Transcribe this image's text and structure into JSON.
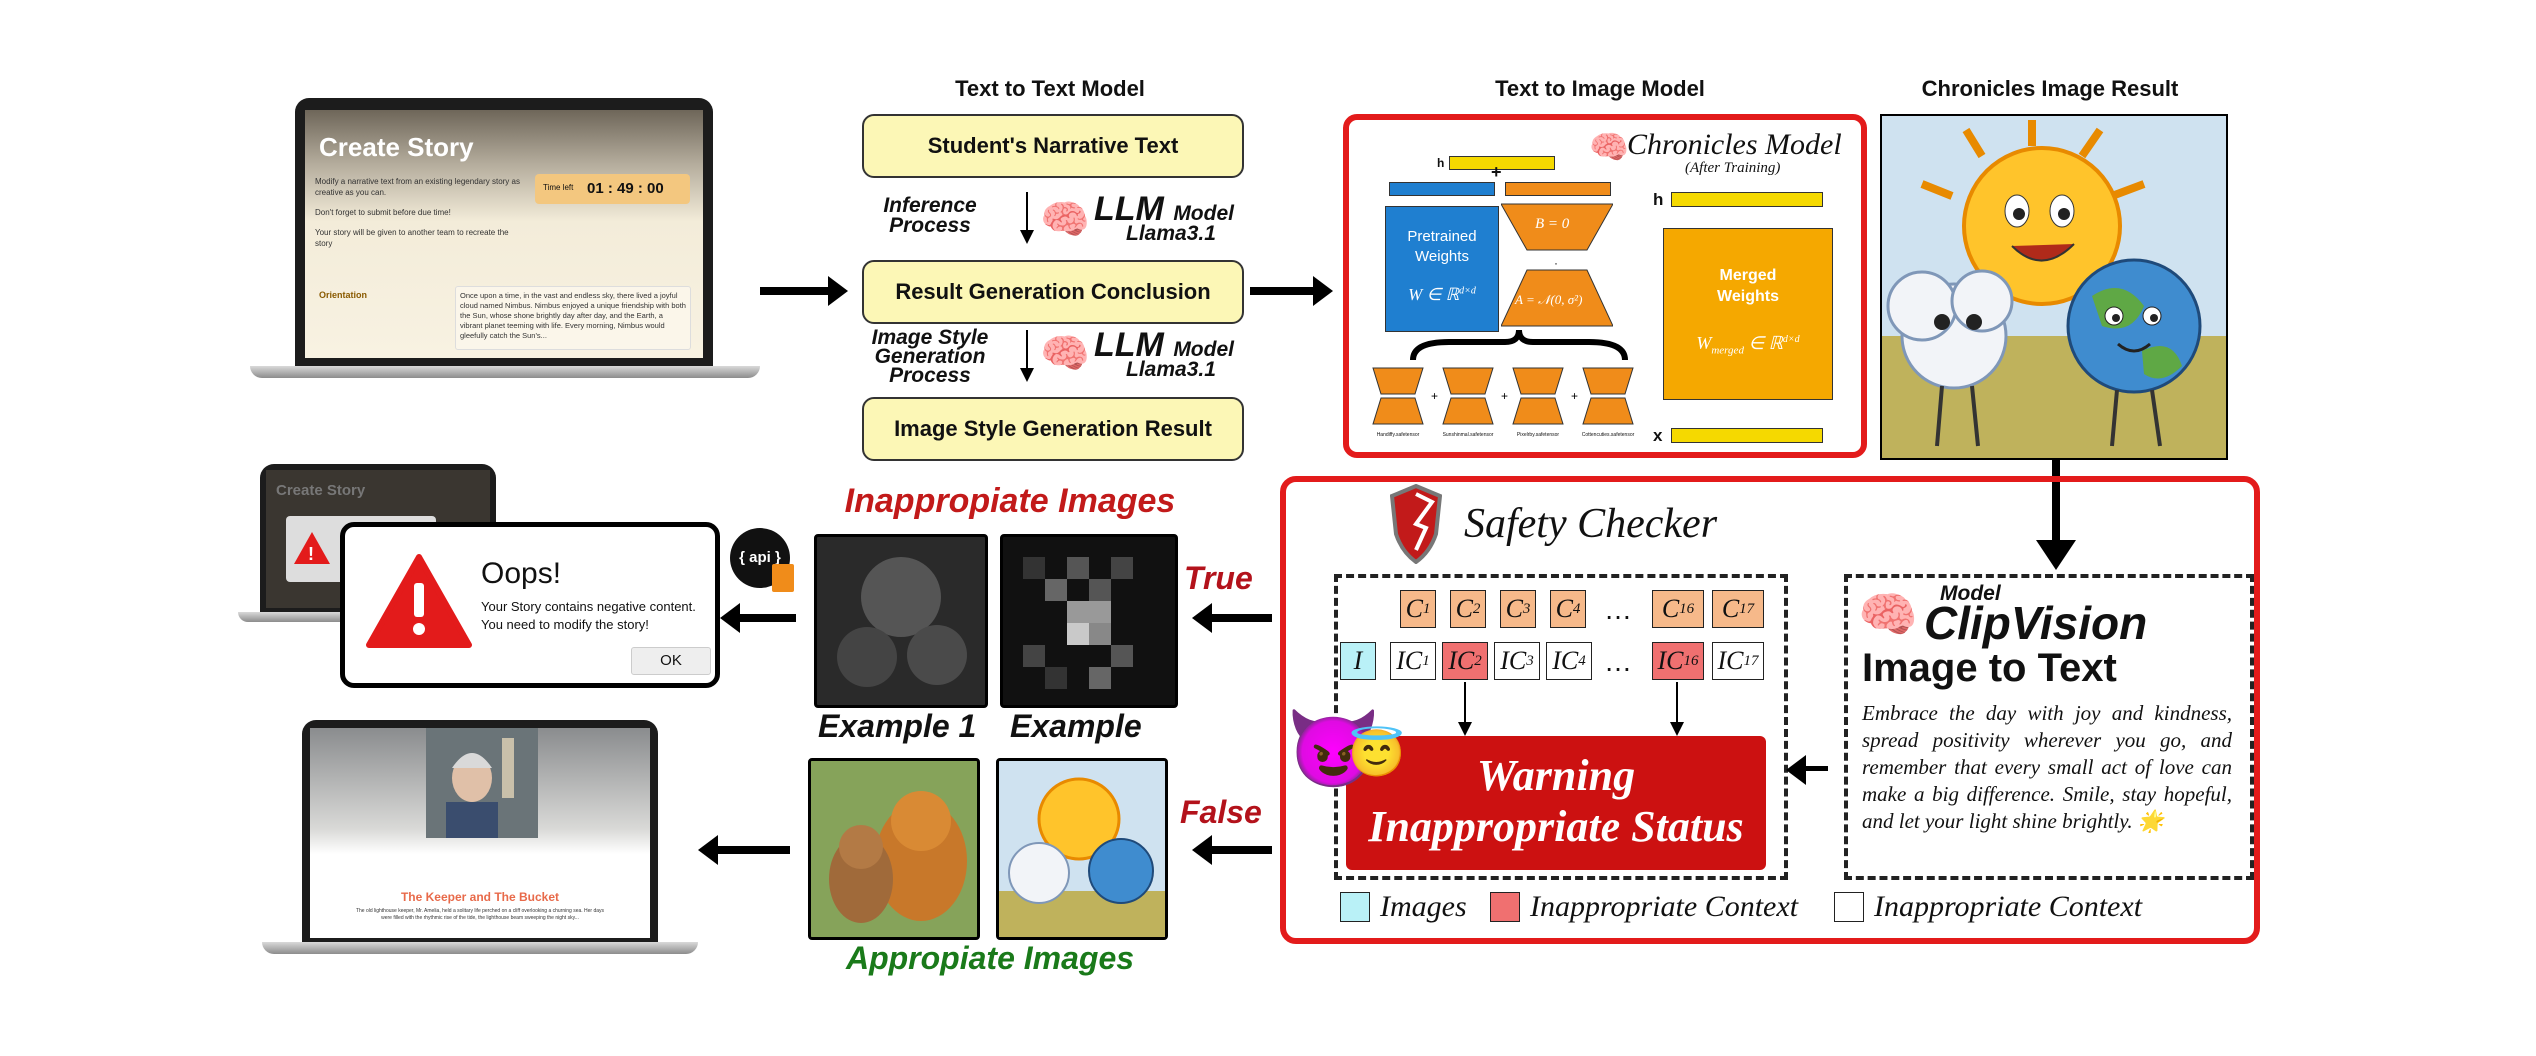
{
  "headers": {
    "t2t": "Text to Text Model",
    "t2i": "Text to Image Model",
    "chron": "Chronicles Image Result"
  },
  "create_story": {
    "title": "Create Story",
    "timer_label": "Time left",
    "timer": "01 : 49 : 00",
    "instr1": "Modify a narrative text from an existing legendary story as creative as you can.",
    "instr2": "Don't forget to submit before due time!",
    "instr3": "Your story will be given to another team to recreate the story",
    "orientation": "Orientation",
    "story": "Once upon a time, in the vast and endless sky, there lived a joyful cloud named Nimbus. Nimbus enjoyed a unique friendship with both the Sun, whose shone brightly day after day, and the Earth, a vibrant planet teeming with life. Every morning, Nimbus would gleefully catch the Sun's..."
  },
  "t2t": {
    "box1": "Student's Narrative Text",
    "box2": "Result Generation Conclusion",
    "box3": "Image Style Generation Result",
    "inference": "Inference Process",
    "image_style": "Image Style Generation Process",
    "llm": "LLM",
    "model": "Model",
    "llama": "Llama3.1"
  },
  "chronicles": {
    "title": "Chronicles Model",
    "subtitle": "(After Training)",
    "h": "h",
    "x": "x",
    "pretrained": "Pretrained Weights",
    "w_formula": "W ∈ ℝ",
    "w_sup": "d×d",
    "b0": "B = 0",
    "a_formula": "A = 𝒩(0, σ²)",
    "merged": "Merged Weights",
    "w_merged": "W",
    "w_merged_sub": "merged",
    "w_merged_rest": " ∈ ℝ",
    "w_merged_sup": "d×d",
    "adapters": [
      "Handiffy.safetensor",
      "Sunshinmal.safetensor",
      "Pixelrby.safetensor",
      "Cottencuties.safetensor"
    ]
  },
  "safety": {
    "title": "Safety Checker",
    "warning_line1": "Warning",
    "warning_line2": "Inappropriate Status",
    "legend_images": "Images",
    "legend_inapp1": "Inappropriate Context",
    "legend_inapp2": "Inappropriate Context",
    "ellipsis": "…"
  },
  "clip": {
    "model": "Model",
    "name": "ClipVision",
    "i2t": "Image to Text",
    "text": "Embrace the day with joy and kindness, spread positivity wherever you go, and remember that every small act of love can make a big difference. Smile, stay hopeful, and let your light shine brightly. 🌟"
  },
  "results": {
    "inappropriate": "Inappropiate Images",
    "appropriate": "Appropiate Images",
    "true": "True",
    "false": "False",
    "example1": "Example 1",
    "example2": "Example"
  },
  "oops": {
    "title": "Oops!",
    "line1": "Your Story contains negative content.",
    "line2": "You need to modify the story!",
    "ok": "OK",
    "api": "{ api }",
    "small_title": "Create Story"
  },
  "keeper": {
    "title": "The Keeper and The Bucket",
    "body": "The old lighthouse keeper, Mr. Amelia, held a solitary life perched on a cliff overlooking a churning sea. Her days were filled with the rhythmic rise of the tide, the lighthouse beam sweeping the night sky..."
  },
  "colors": {
    "red": "#e31b1b",
    "dark_red": "#b3121b",
    "green": "#1a7a1a",
    "orange": "#f5a800",
    "blue": "#1f7fd0",
    "yellow_box": "#fcf7b6"
  }
}
